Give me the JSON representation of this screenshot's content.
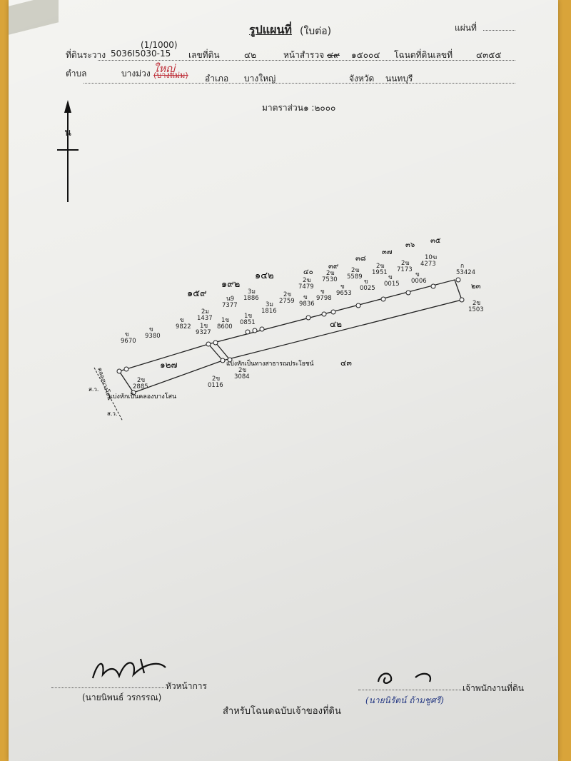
{
  "header": {
    "title": "รูปแผนที่",
    "title_suffix": "(ใบต่อ)",
    "sheet_label": "แผ่นที่",
    "scale_small": "(1/1000)",
    "survey_prefix": "ที่ดินระวาง",
    "survey_value": "5036I5030-15",
    "parcel_label": "เลขที่ดิน",
    "parcel_value": "๔๒",
    "page_label": "หน้าสำรวจ",
    "page_value_struck": "๔๙",
    "page_value": "๑๕๐๐๔",
    "deed_label": "โฉนดที่ดินเลขที่",
    "deed_value": "๔๓๕๕",
    "subdistrict_label": "ตำบล",
    "subdistrict_value": "บางม่วง",
    "subdistrict_handwritten": "ใหญ่",
    "subdistrict_struck": "(บางแม่ม)",
    "district_label": "อำเภอ",
    "district_value": "บางใหญ่",
    "province_label": "จังหวัด",
    "province_value": "นนทบุรี",
    "scale_label": "มาตราส่วน",
    "scale_value": "๑ :๒๐๐๐"
  },
  "north": {
    "letter": "น"
  },
  "map": {
    "labels_top": [
      "๑๕๙",
      "๑๙๒",
      "๑๔๒",
      "๔๐",
      "๓๙",
      "๓๘",
      "๓๗",
      "๓๖",
      "๓๕"
    ],
    "parcel_center": "๔๒",
    "parcel_left": "๑๒๗",
    "parcel_right": "๔๓",
    "parcel_br": "๒๓",
    "point_labels": [
      {
        "code": "ข",
        "num": "9670"
      },
      {
        "code": "ข",
        "num": "9380"
      },
      {
        "code": "ข",
        "num": "9822"
      },
      {
        "code": "1ข",
        "num": "9327"
      },
      {
        "code": "2ม",
        "num": "1437"
      },
      {
        "code": "1ข",
        "num": "8600"
      },
      {
        "code": "น9",
        "num": "7377"
      },
      {
        "code": "3ม",
        "num": "1886"
      },
      {
        "code": "1ข",
        "num": "0851"
      },
      {
        "code": "3ม",
        "num": "1816"
      },
      {
        "code": "2ข",
        "num": "2759"
      },
      {
        "code": "ข",
        "num": "9836"
      },
      {
        "code": "2ฆ",
        "num": "7479"
      },
      {
        "code": "ข",
        "num": "9798"
      },
      {
        "code": "2ฆ",
        "num": "7530"
      },
      {
        "code": "ข",
        "num": "9653"
      },
      {
        "code": "2ฆ",
        "num": "5589"
      },
      {
        "code": "ข",
        "num": "0025"
      },
      {
        "code": "2ฆ",
        "num": "1951"
      },
      {
        "code": "ข",
        "num": "0015"
      },
      {
        "code": "2ฆ",
        "num": "7173"
      },
      {
        "code": "ข",
        "num": "0006"
      },
      {
        "code": "10ฆ",
        "num": "4273"
      },
      {
        "code": "ก",
        "num": "53424"
      },
      {
        "code": "2ข",
        "num": "1503"
      },
      {
        "code": "2ข",
        "num": "2885"
      },
      {
        "code": "2ข",
        "num": "0116"
      },
      {
        "code": "2ข",
        "num": "3084"
      }
    ],
    "road_note": "แบ่งหักเป็นทางสาธารณประโยชน์",
    "canal_label": "คลองบางโสน",
    "canal_note": "แบ่งหักเป็นคลองบางโสน",
    "canal_mark": "ส.ว."
  },
  "footer": {
    "left_title": "หัวหน้าการ",
    "left_name": "(นายนิพนธ์ วรกรรณ)",
    "right_title": "เจ้าพนักงานที่ดิน",
    "right_name": "(นายนิรัตน์ ถ้ามชูศรี)",
    "center_note": "สำหรับโฉนดฉบับเจ้าของที่ดิน"
  },
  "colors": {
    "paper": "#f4f4f1",
    "ink": "#222222",
    "pen_red": "#c0303a",
    "pen_blue": "#2a3f8f",
    "folder": "#d9a43a"
  }
}
